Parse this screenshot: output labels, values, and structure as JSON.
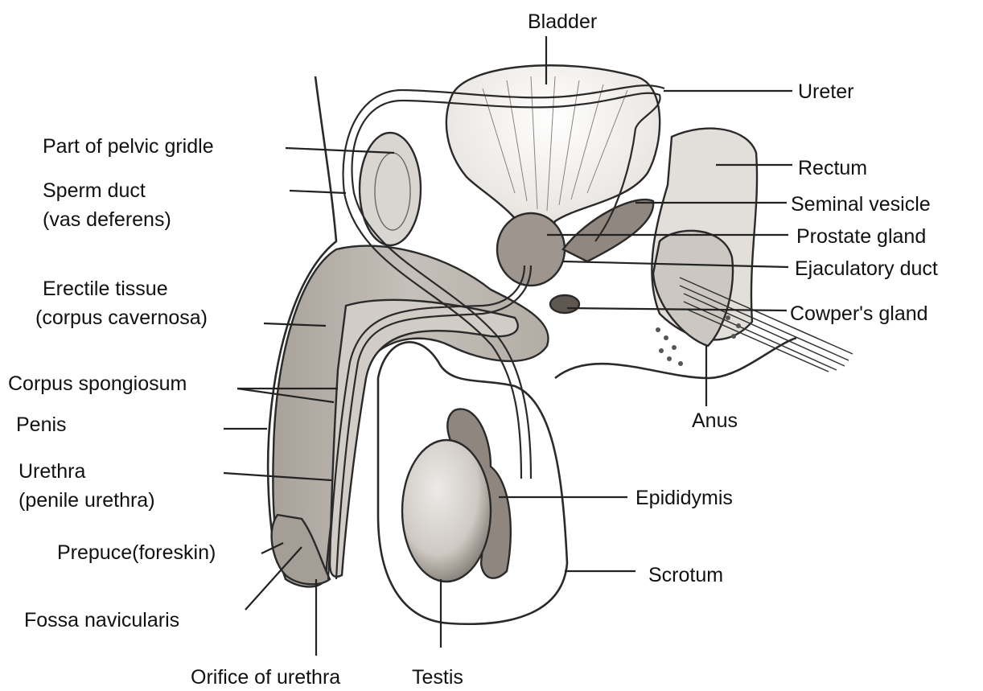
{
  "labels": {
    "bladder": "Bladder",
    "ureter": "Ureter",
    "rectum": "Rectum",
    "seminal_vesicle": "Seminal vesicle",
    "prostate_gland": "Prostate gland",
    "ejaculatory_duct": "Ejaculatory duct",
    "cowpers_gland": "Cowper's gland",
    "anus": "Anus",
    "epididymis": "Epididymis",
    "scrotum": "Scrotum",
    "testis": "Testis",
    "orifice_of_urethra": "Orifice of urethra",
    "fossa_navicularis": "Fossa navicularis",
    "prepuce": "Prepuce(foreskin)",
    "urethra_line1": "Urethra",
    "urethra_line2": "(penile urethra)",
    "penis": "Penis",
    "corpus_spongiosum": "Corpus spongiosum",
    "erectile_line1": "Erectile tissue",
    "erectile_line2": "(corpus cavernosa)",
    "sperm_duct_line1": "Sperm duct",
    "sperm_duct_line2": "(vas deferens)",
    "pelvic_girdle": "Part of pelvic gridle"
  },
  "colors": {
    "tissue_fill": "#bfb8b2",
    "tissue_dark": "#9d958e",
    "testis_fill": "#d6d1cc",
    "line": "#222222",
    "background": "#ffffff"
  }
}
